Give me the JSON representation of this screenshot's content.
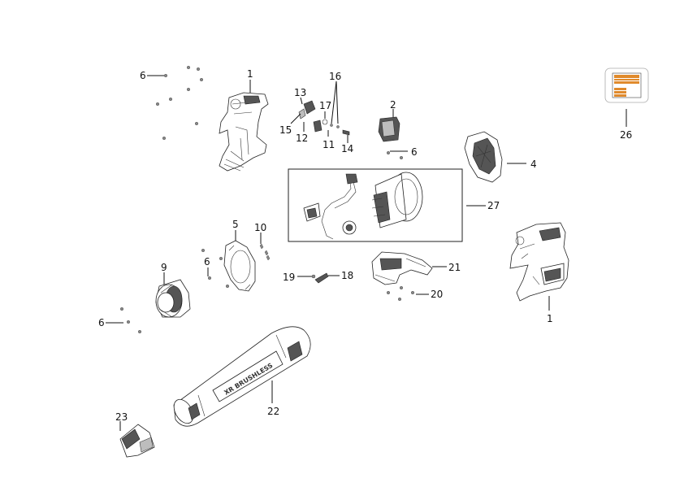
{
  "diagram": {
    "callouts": {
      "c1a": "1",
      "c1b": "1",
      "c2": "2",
      "c4": "4",
      "c5": "5",
      "c6a": "6",
      "c6b": "6",
      "c6c": "6",
      "c6d": "6",
      "c9": "9",
      "c10": "10",
      "c11": "11",
      "c12": "12",
      "c13": "13",
      "c14": "14",
      "c15": "15",
      "c16": "16",
      "c17": "17",
      "c18": "18",
      "c19": "19",
      "c20": "20",
      "c21": "21",
      "c22": "22",
      "c23": "23",
      "c26": "26",
      "c27": "27"
    },
    "tube_lettering": "XR BRUSHLESS",
    "colors": {
      "label_orange": "#e08a2c",
      "line": "#222222"
    }
  }
}
